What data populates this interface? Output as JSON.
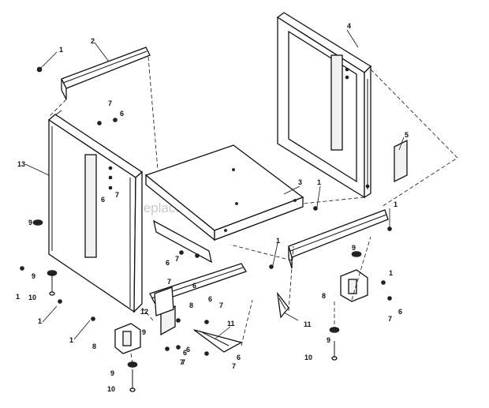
{
  "watermark": "eReplacementParts.com",
  "callouts": {
    "c_1_tl": "1",
    "c_2": "2",
    "c_7_a": "7",
    "c_6_a": "6",
    "c_4": "4",
    "c_5": "5",
    "c_13": "13",
    "c_6_b": "6",
    "c_7_b": "7",
    "c_3": "3",
    "c_1_c": "1",
    "c_1_d": "1",
    "c_1_e": "1",
    "c_9_a": "9",
    "c_6_c": "6",
    "c_7_c": "7",
    "c_9_b": "9",
    "c_1_f": "1",
    "c_10_a": "10",
    "c_7_d": "7",
    "c_6_d": "6",
    "c_8_a": "8",
    "c_1_g": "1",
    "c_12": "12",
    "c_9_c": "9",
    "c_8_b": "8",
    "c_6_e": "6",
    "c_7_e": "7",
    "c_11_a": "11",
    "c_1_h": "1",
    "c_6_f": "6",
    "c_7_f": "7",
    "c_11_b": "11",
    "c_9_d": "9",
    "c_1_i": "1",
    "c_8_c": "8",
    "c_6_g": "6",
    "c_7_g": "7",
    "c_9_e": "9",
    "c_10_b": "10",
    "c_9_f": "9",
    "c_10_c": "10",
    "c_6_h": "6",
    "c_7_h": "7",
    "c_6_i": "6",
    "c_7_i": "7"
  }
}
